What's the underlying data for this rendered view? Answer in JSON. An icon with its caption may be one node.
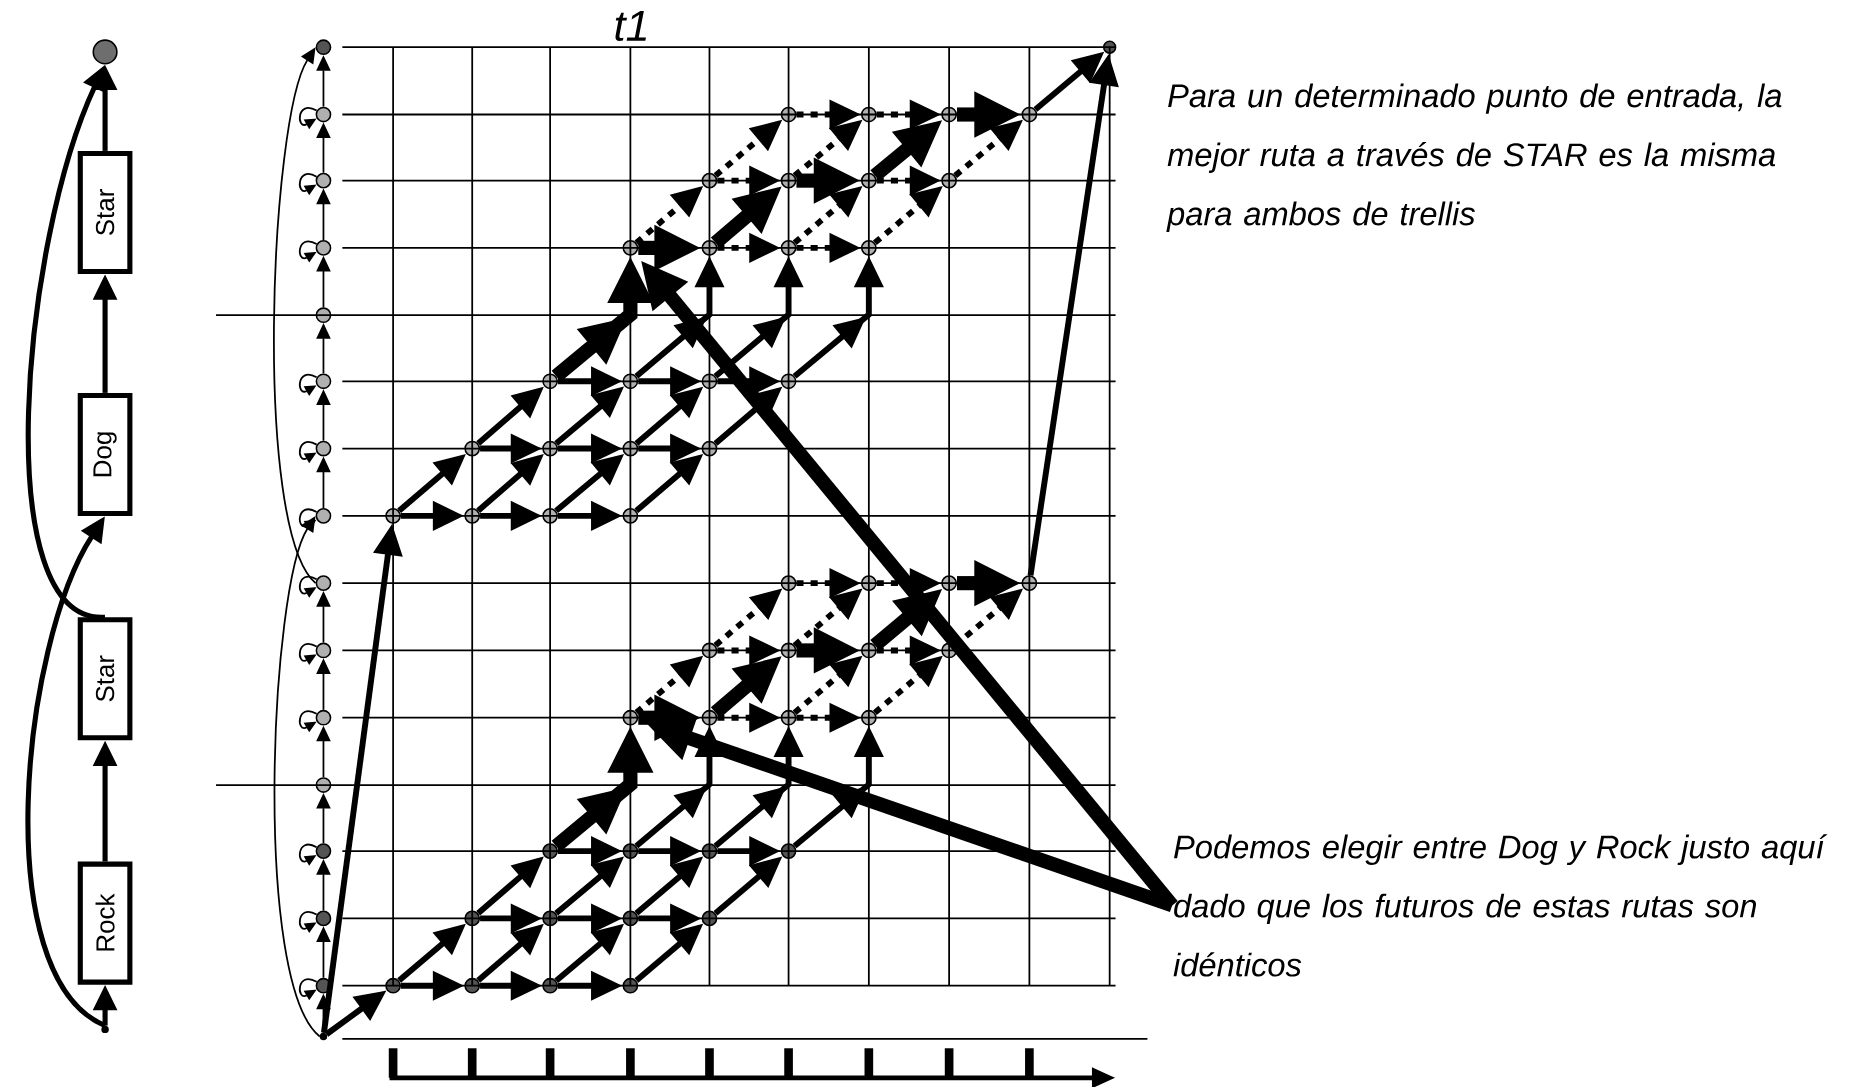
{
  "diagram": {
    "nodes": [
      {
        "text": [],
        "shape": "circle"
      },
      {
        "text": [
          "Star"
        ]
      },
      {
        "text": [
          "Dog"
        ]
      },
      {
        "text": [
          "Star"
        ]
      },
      {
        "text": [
          "Rock"
        ]
      },
      {
        "text": [],
        "shape": "circle"
      },
      {
        "text": [
          "Para un determinado punto de entrada, la mejor ruta a través de STAR es la misma para ambos de trellis"
        ]
      },
      {
        "text": [
          "Podemos elegir entre Dog y Rock justo aquí dado que los futuros de estas rutas son idénticos"
        ]
      },
      {
        "text": [],
        "shape": "circle"
      },
      {
        "text": [],
        "shape": "circle"
      },
      {
        "text": [],
        "shape": "circle"
      },
      {
        "text": [],
        "shape": "circle"
      },
      {
        "text": [],
        "shape": "circle"
      },
      {
        "text": [],
        "shape": "circle"
      },
      {
        "text": [],
        "shape": "circle"
      },
      {
        "text": [],
        "shape": "circle"
      },
      {
        "text": [],
        "shape": "circle"
      },
      {
        "text": [],
        "shape": "circle"
      },
      {
        "text": [],
        "shape": "circle"
      },
      {
        "text": [],
        "shape": "circle"
      },
      {
        "text": [],
        "shape": "circle"
      },
      {
        "text": [],
        "shape": "circle"
      },
      {
        "text": [],
        "shape": "circle"
      },
      {
        "text": [],
        "shape": "circle"
      },
      {
        "text": [],
        "shape": "circle"
      },
      {
        "text": [],
        "shape": "circle"
      },
      {
        "text": [],
        "shape": "circle"
      },
      {
        "text": [],
        "shape": "circle"
      },
      {
        "text": [],
        "shape": "circle"
      },
      {
        "text": [],
        "shape": "circle"
      },
      {
        "text": [],
        "shape": "circle"
      },
      {
        "text": [],
        "shape": "circle"
      },
      {
        "text": [],
        "shape": "circle"
      },
      {
        "text": [],
        "shape": "circle"
      },
      {
        "text": [],
        "shape": "circle"
      },
      {
        "text": [],
        "shape": "circle"
      },
      {
        "text": [],
        "shape": "circle"
      },
      {
        "text": [],
        "shape": "circle"
      },
      {
        "text": [],
        "shape": "circle"
      },
      {
        "text": [],
        "shape": "circle"
      },
      {
        "text": [],
        "shape": "circle"
      },
      {
        "text": [],
        "shape": "circle"
      },
      {
        "text": [],
        "shape": "circle"
      },
      {
        "text": [],
        "shape": "circle"
      },
      {
        "text": [],
        "shape": "circle"
      },
      {
        "text": [],
        "shape": "circle"
      },
      {
        "text": [],
        "shape": "circle"
      },
      {
        "text": [],
        "shape": "circle"
      },
      {
        "text": [],
        "shape": "circle"
      },
      {
        "text": [],
        "shape": "circle"
      },
      {
        "text": [],
        "shape": "circle"
      },
      {
        "text": [],
        "shape": "circle"
      },
      {
        "text": [],
        "shape": "circle"
      },
      {
        "text": [],
        "shape": "circle"
      },
      {
        "text": [],
        "shape": "circle"
      },
      {
        "text": [],
        "shape": "circle"
      },
      {
        "text": [],
        "shape": "circle"
      },
      {
        "text": [],
        "shape": "circle"
      },
      {
        "text": [],
        "shape": "circle"
      },
      {
        "text": [],
        "shape": "circle"
      },
      {
        "text": [],
        "shape": "circle"
      },
      {
        "text": [],
        "shape": "circle"
      },
      {
        "text": [],
        "shape": "circle"
      },
      {
        "text": [],
        "shape": "circle"
      },
      {
        "text": [],
        "shape": "circle"
      },
      {
        "text": [],
        "shape": "circle"
      },
      {
        "text": [],
        "shape": "circle"
      },
      {
        "text": [],
        "shape": "circle"
      },
      {
        "text": [],
        "shape": "circle"
      },
      {
        "text": [],
        "shape": "circle"
      },
      {
        "text": [],
        "shape": "circle"
      },
      {
        "text": [],
        "shape": "circle"
      },
      {
        "text": [],
        "shape": "circle"
      }
    ],
    "edges": [
      {
        "from": 5,
        "to": 4,
        "arrow": "to"
      },
      {
        "from": 4,
        "to": 3,
        "arrow": "to"
      },
      {
        "from": 3,
        "to": 0,
        "arrow": "to"
      },
      {
        "from": 5,
        "to": 2,
        "arrow": "to"
      },
      {
        "from": 2,
        "to": 1,
        "arrow": "to"
      },
      {
        "from": 1,
        "to": 0,
        "arrow": "to"
      },
      {
        "from": 23,
        "to": 22,
        "arrow": "to"
      },
      {
        "from": 22,
        "to": 21,
        "arrow": "to"
      },
      {
        "from": 21,
        "to": 20,
        "arrow": "to"
      },
      {
        "from": 20,
        "to": 19,
        "arrow": "to"
      },
      {
        "from": 19,
        "to": 18,
        "arrow": "to"
      },
      {
        "from": 18,
        "to": 17,
        "arrow": "to"
      },
      {
        "from": 17,
        "to": 16,
        "arrow": "to"
      },
      {
        "from": 15,
        "to": 14,
        "arrow": "to"
      },
      {
        "from": 14,
        "to": 13,
        "arrow": "to"
      },
      {
        "from": 13,
        "to": 12,
        "arrow": "to"
      },
      {
        "from": 12,
        "to": 11,
        "arrow": "to"
      },
      {
        "from": 11,
        "to": 10,
        "arrow": "to"
      },
      {
        "from": 10,
        "to": 9,
        "arrow": "to"
      },
      {
        "from": 9,
        "to": 8,
        "arrow": "to"
      },
      {
        "from": 23,
        "to": 15,
        "arrow": "to"
      },
      {
        "from": 16,
        "to": 8,
        "arrow": "to"
      },
      {
        "from": 9,
        "to": 9,
        "arrow": "to"
      },
      {
        "from": 10,
        "to": 10,
        "arrow": "to"
      },
      {
        "from": 11,
        "to": 11,
        "arrow": "to"
      },
      {
        "from": 13,
        "to": 13,
        "arrow": "to"
      },
      {
        "from": 14,
        "to": 14,
        "arrow": "to"
      },
      {
        "from": 15,
        "to": 15,
        "arrow": "to"
      },
      {
        "from": 16,
        "to": 16,
        "arrow": "to"
      },
      {
        "from": 17,
        "to": 17,
        "arrow": "to"
      },
      {
        "from": 18,
        "to": 18,
        "arrow": "to"
      },
      {
        "from": 20,
        "to": 20,
        "arrow": "to"
      },
      {
        "from": 21,
        "to": 21,
        "arrow": "to"
      },
      {
        "from": 22,
        "to": 22,
        "arrow": "to"
      },
      {
        "from": 23,
        "to": 25,
        "arrow": "to"
      },
      {
        "from": 23,
        "to": 49,
        "arrow": "to"
      },
      {
        "from": 25,
        "to": 26,
        "arrow": "to"
      },
      {
        "from": 26,
        "to": 27,
        "arrow": "to"
      },
      {
        "from": 27,
        "to": 28,
        "arrow": "to"
      },
      {
        "from": 29,
        "to": 30,
        "arrow": "to"
      },
      {
        "from": 30,
        "to": 31,
        "arrow": "to"
      },
      {
        "from": 31,
        "to": 32,
        "arrow": "to"
      },
      {
        "from": 33,
        "to": 34,
        "arrow": "to"
      },
      {
        "from": 34,
        "to": 35,
        "arrow": "to"
      },
      {
        "from": 35,
        "to": 36,
        "arrow": "to"
      },
      {
        "from": 25,
        "to": 29,
        "arrow": "to"
      },
      {
        "from": 26,
        "to": 30,
        "arrow": "to"
      },
      {
        "from": 27,
        "to": 31,
        "arrow": "to"
      },
      {
        "from": 28,
        "to": 32,
        "arrow": "to"
      },
      {
        "from": 29,
        "to": 33,
        "arrow": "to"
      },
      {
        "from": 30,
        "to": 34,
        "arrow": "to"
      },
      {
        "from": 31,
        "to": 35,
        "arrow": "to"
      },
      {
        "from": 32,
        "to": 36,
        "arrow": "to"
      },
      {
        "from": 33,
        "to": 37,
        "arrow": "to",
        "style": "thick"
      },
      {
        "from": 34,
        "to": 38,
        "arrow": "to"
      },
      {
        "from": 35,
        "to": 39,
        "arrow": "to"
      },
      {
        "from": 36,
        "to": 40,
        "arrow": "to"
      },
      {
        "from": 37,
        "to": 38,
        "arrow": "to",
        "style": "thick"
      },
      {
        "from": 38,
        "to": 39,
        "arrow": "to",
        "style": "dashed"
      },
      {
        "from": 39,
        "to": 40,
        "arrow": "to",
        "style": "dashed"
      },
      {
        "from": 37,
        "to": 41,
        "arrow": "to",
        "style": "dashed"
      },
      {
        "from": 38,
        "to": 42,
        "arrow": "to",
        "style": "thick"
      },
      {
        "from": 39,
        "to": 43,
        "arrow": "to",
        "style": "dashed"
      },
      {
        "from": 40,
        "to": 44,
        "arrow": "to",
        "style": "dashed"
      },
      {
        "from": 41,
        "to": 42,
        "arrow": "to",
        "style": "dashed"
      },
      {
        "from": 42,
        "to": 43,
        "arrow": "to",
        "style": "thick"
      },
      {
        "from": 43,
        "to": 44,
        "arrow": "to",
        "style": "dashed"
      },
      {
        "from": 41,
        "to": 45,
        "arrow": "to",
        "style": "dashed"
      },
      {
        "from": 42,
        "to": 46,
        "arrow": "to",
        "style": "dashed"
      },
      {
        "from": 43,
        "to": 47,
        "arrow": "to",
        "style": "thick"
      },
      {
        "from": 44,
        "to": 48,
        "arrow": "to",
        "style": "dashed"
      },
      {
        "from": 45,
        "to": 46,
        "arrow": "to",
        "style": "dashed"
      },
      {
        "from": 46,
        "to": 47,
        "arrow": "to",
        "style": "dashed"
      },
      {
        "from": 47,
        "to": 48,
        "arrow": "to",
        "style": "thick"
      },
      {
        "from": 49,
        "to": 50,
        "arrow": "to"
      },
      {
        "from": 50,
        "to": 51,
        "arrow": "to"
      },
      {
        "from": 51,
        "to": 52,
        "arrow": "to"
      },
      {
        "from": 53,
        "to": 54,
        "arrow": "to"
      },
      {
        "from": 54,
        "to": 55,
        "arrow": "to"
      },
      {
        "from": 55,
        "to": 56,
        "arrow": "to"
      },
      {
        "from": 57,
        "to": 58,
        "arrow": "to"
      },
      {
        "from": 58,
        "to": 59,
        "arrow": "to"
      },
      {
        "from": 59,
        "to": 60,
        "arrow": "to"
      },
      {
        "from": 49,
        "to": 53,
        "arrow": "to"
      },
      {
        "from": 50,
        "to": 54,
        "arrow": "to"
      },
      {
        "from": 51,
        "to": 55,
        "arrow": "to"
      },
      {
        "from": 52,
        "to": 56,
        "arrow": "to"
      },
      {
        "from": 53,
        "to": 57,
        "arrow": "to"
      },
      {
        "from": 54,
        "to": 58,
        "arrow": "to"
      },
      {
        "from": 55,
        "to": 59,
        "arrow": "to"
      },
      {
        "from": 56,
        "to": 60,
        "arrow": "to"
      },
      {
        "from": 57,
        "to": 61,
        "arrow": "to",
        "style": "thick"
      },
      {
        "from": 58,
        "to": 62,
        "arrow": "to"
      },
      {
        "from": 59,
        "to": 63,
        "arrow": "to"
      },
      {
        "from": 60,
        "to": 64,
        "arrow": "to"
      },
      {
        "from": 61,
        "to": 62,
        "arrow": "to",
        "style": "thick"
      },
      {
        "from": 62,
        "to": 63,
        "arrow": "to",
        "style": "dashed"
      },
      {
        "from": 63,
        "to": 64,
        "arrow": "to",
        "style": "dashed"
      },
      {
        "from": 61,
        "to": 65,
        "arrow": "to",
        "style": "dashed"
      },
      {
        "from": 62,
        "to": 66,
        "arrow": "to",
        "style": "thick"
      },
      {
        "from": 63,
        "to": 67,
        "arrow": "to",
        "style": "dashed"
      },
      {
        "from": 64,
        "to": 68,
        "arrow": "to",
        "style": "dashed"
      },
      {
        "from": 65,
        "to": 66,
        "arrow": "to",
        "style": "dashed"
      },
      {
        "from": 66,
        "to": 67,
        "arrow": "to",
        "style": "thick"
      },
      {
        "from": 67,
        "to": 68,
        "arrow": "to",
        "style": "dashed"
      },
      {
        "from": 65,
        "to": 69,
        "arrow": "to",
        "style": "dashed"
      },
      {
        "from": 66,
        "to": 70,
        "arrow": "to",
        "style": "dashed"
      },
      {
        "from": 67,
        "to": 71,
        "arrow": "to",
        "style": "thick"
      },
      {
        "from": 68,
        "to": 72,
        "arrow": "to",
        "style": "dashed"
      },
      {
        "from": 69,
        "to": 70,
        "arrow": "to",
        "style": "dashed"
      },
      {
        "from": 70,
        "to": 71,
        "arrow": "to",
        "style": "dashed"
      },
      {
        "from": 71,
        "to": 72,
        "arrow": "to",
        "style": "thick"
      },
      {
        "from": 48,
        "to": 24,
        "arrow": "to"
      },
      {
        "from": 72,
        "to": 24,
        "arrow": "to"
      },
      {
        "from": 7,
        "to": 37,
        "arrow": "to",
        "style": "thick"
      },
      {
        "from": 7,
        "to": 61,
        "arrow": "to",
        "style": "thick"
      }
    ],
    "labels": [
      "t1"
    ]
  }
}
